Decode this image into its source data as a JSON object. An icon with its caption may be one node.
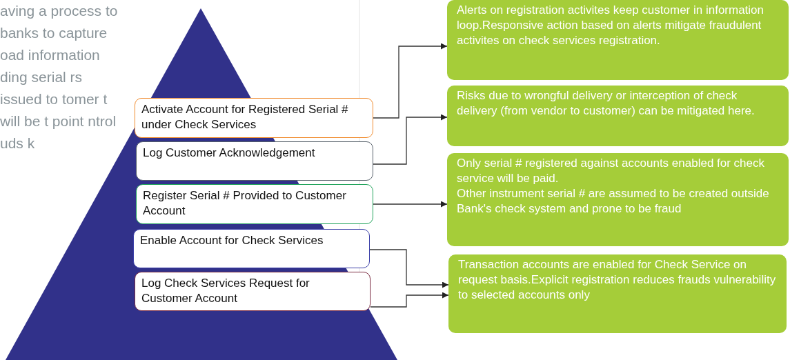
{
  "diagram": {
    "nodes": [
      {
        "text": [
          "Activate Account for Registered Serial # under Check Services"
        ]
      },
      {
        "text": [
          "Log Customer Acknowledgement"
        ]
      },
      {
        "text": [
          "Register Serial # Provided to Customer Account"
        ]
      },
      {
        "text": [
          "Enable Account for Check Services"
        ]
      },
      {
        "text": [
          "Log Check Services Request for Customer Account"
        ]
      },
      {
        "text": [
          "Alerts on registration activites keep customer in information loop.Responsive action based on alerts mitigate fraudulent activites on check services registration."
        ]
      },
      {
        "text": [
          "Risks due to wrongful delivery or interception of check delivery (from vendor to customer) can be mitigated here."
        ]
      },
      {
        "text": [
          "Only serial # registered against accounts enabled for check service will be paid.",
          "Other instrument serial # are assumed to be created outside Bank's check system and prone to be fraud"
        ]
      },
      {
        "text": [
          "Transaction accounts are enabled for Check Service on request basis.Explicit registration reduces frauds vulnerability to selected accounts only"
        ]
      }
    ],
    "edges": [
      {
        "from": 0,
        "to": 5,
        "arrow": "to"
      },
      {
        "from": 1,
        "to": 6,
        "arrow": "to"
      },
      {
        "from": 2,
        "to": 7,
        "arrow": "to"
      },
      {
        "from": 3,
        "to": 8,
        "arrow": "to"
      },
      {
        "from": 4,
        "to": 8,
        "arrow": "to"
      }
    ],
    "labels": [
      "aving a process to banks to capture oad information ding serial rs issued to tomer t will be t point ntrol uds k"
    ]
  }
}
